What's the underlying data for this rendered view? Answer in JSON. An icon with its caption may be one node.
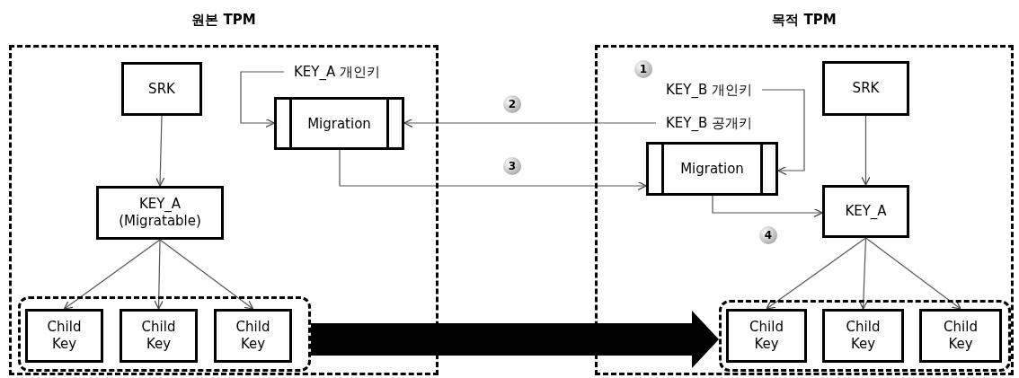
{
  "diagram": {
    "nodes": [
      {
        "text": [
          "원본 TPM"
        ]
      },
      {
        "text": [
          "SRK"
        ],
        "in": 0
      },
      {
        "text": [
          "KEY_A 개인키"
        ],
        "in": 0
      },
      {
        "text": [
          "Migration"
        ],
        "in": 0
      },
      {
        "text": [
          "KEY_A (Migratable)"
        ],
        "in": 0
      },
      {
        "text": [],
        "shape": "box",
        "in": 0
      },
      {
        "text": [
          "Child Key"
        ],
        "in": 5
      },
      {
        "text": [
          "Child Key"
        ],
        "in": 5
      },
      {
        "text": [
          "Child Key"
        ],
        "in": 5
      },
      {
        "text": [
          "목적 TPM"
        ]
      },
      {
        "text": [
          "KEY_B 개인키"
        ],
        "in": 9
      },
      {
        "text": [
          "SRK"
        ],
        "in": 9
      },
      {
        "text": [
          "KEY_B 공개키"
        ],
        "in": 9
      },
      {
        "text": [
          "Migration"
        ],
        "in": 9
      },
      {
        "text": [
          "KEY_A"
        ],
        "in": 9
      },
      {
        "text": [],
        "shape": "box",
        "in": 9
      },
      {
        "text": [
          "Child Key"
        ],
        "in": 15
      },
      {
        "text": [
          "Child Key"
        ],
        "in": 15
      },
      {
        "text": [
          "Child Key"
        ],
        "in": 15
      }
    ],
    "edges": [
      {
        "from": 1,
        "to": 4,
        "arrow": "to"
      },
      {
        "from": 2,
        "to": 3,
        "arrow": "to"
      },
      {
        "from": 12,
        "to": 3,
        "arrow": "to"
      },
      {
        "from": 3,
        "to": 13,
        "arrow": "to"
      },
      {
        "from": 10,
        "to": 13,
        "arrow": "to"
      },
      {
        "from": 13,
        "to": 14,
        "arrow": "to"
      },
      {
        "from": 11,
        "to": 14,
        "arrow": "to"
      },
      {
        "from": 4,
        "to": 6,
        "arrow": "to"
      },
      {
        "from": 4,
        "to": 7,
        "arrow": "to"
      },
      {
        "from": 4,
        "to": 8,
        "arrow": "to"
      },
      {
        "from": 14,
        "to": 16,
        "arrow": "to"
      },
      {
        "from": 14,
        "to": 17,
        "arrow": "to"
      },
      {
        "from": 14,
        "to": 18,
        "arrow": "to"
      },
      {
        "from": 5,
        "to": 15,
        "arrow": "to",
        "style": "thick"
      }
    ],
    "labels": [
      "1",
      "2",
      "3",
      "4"
    ]
  }
}
